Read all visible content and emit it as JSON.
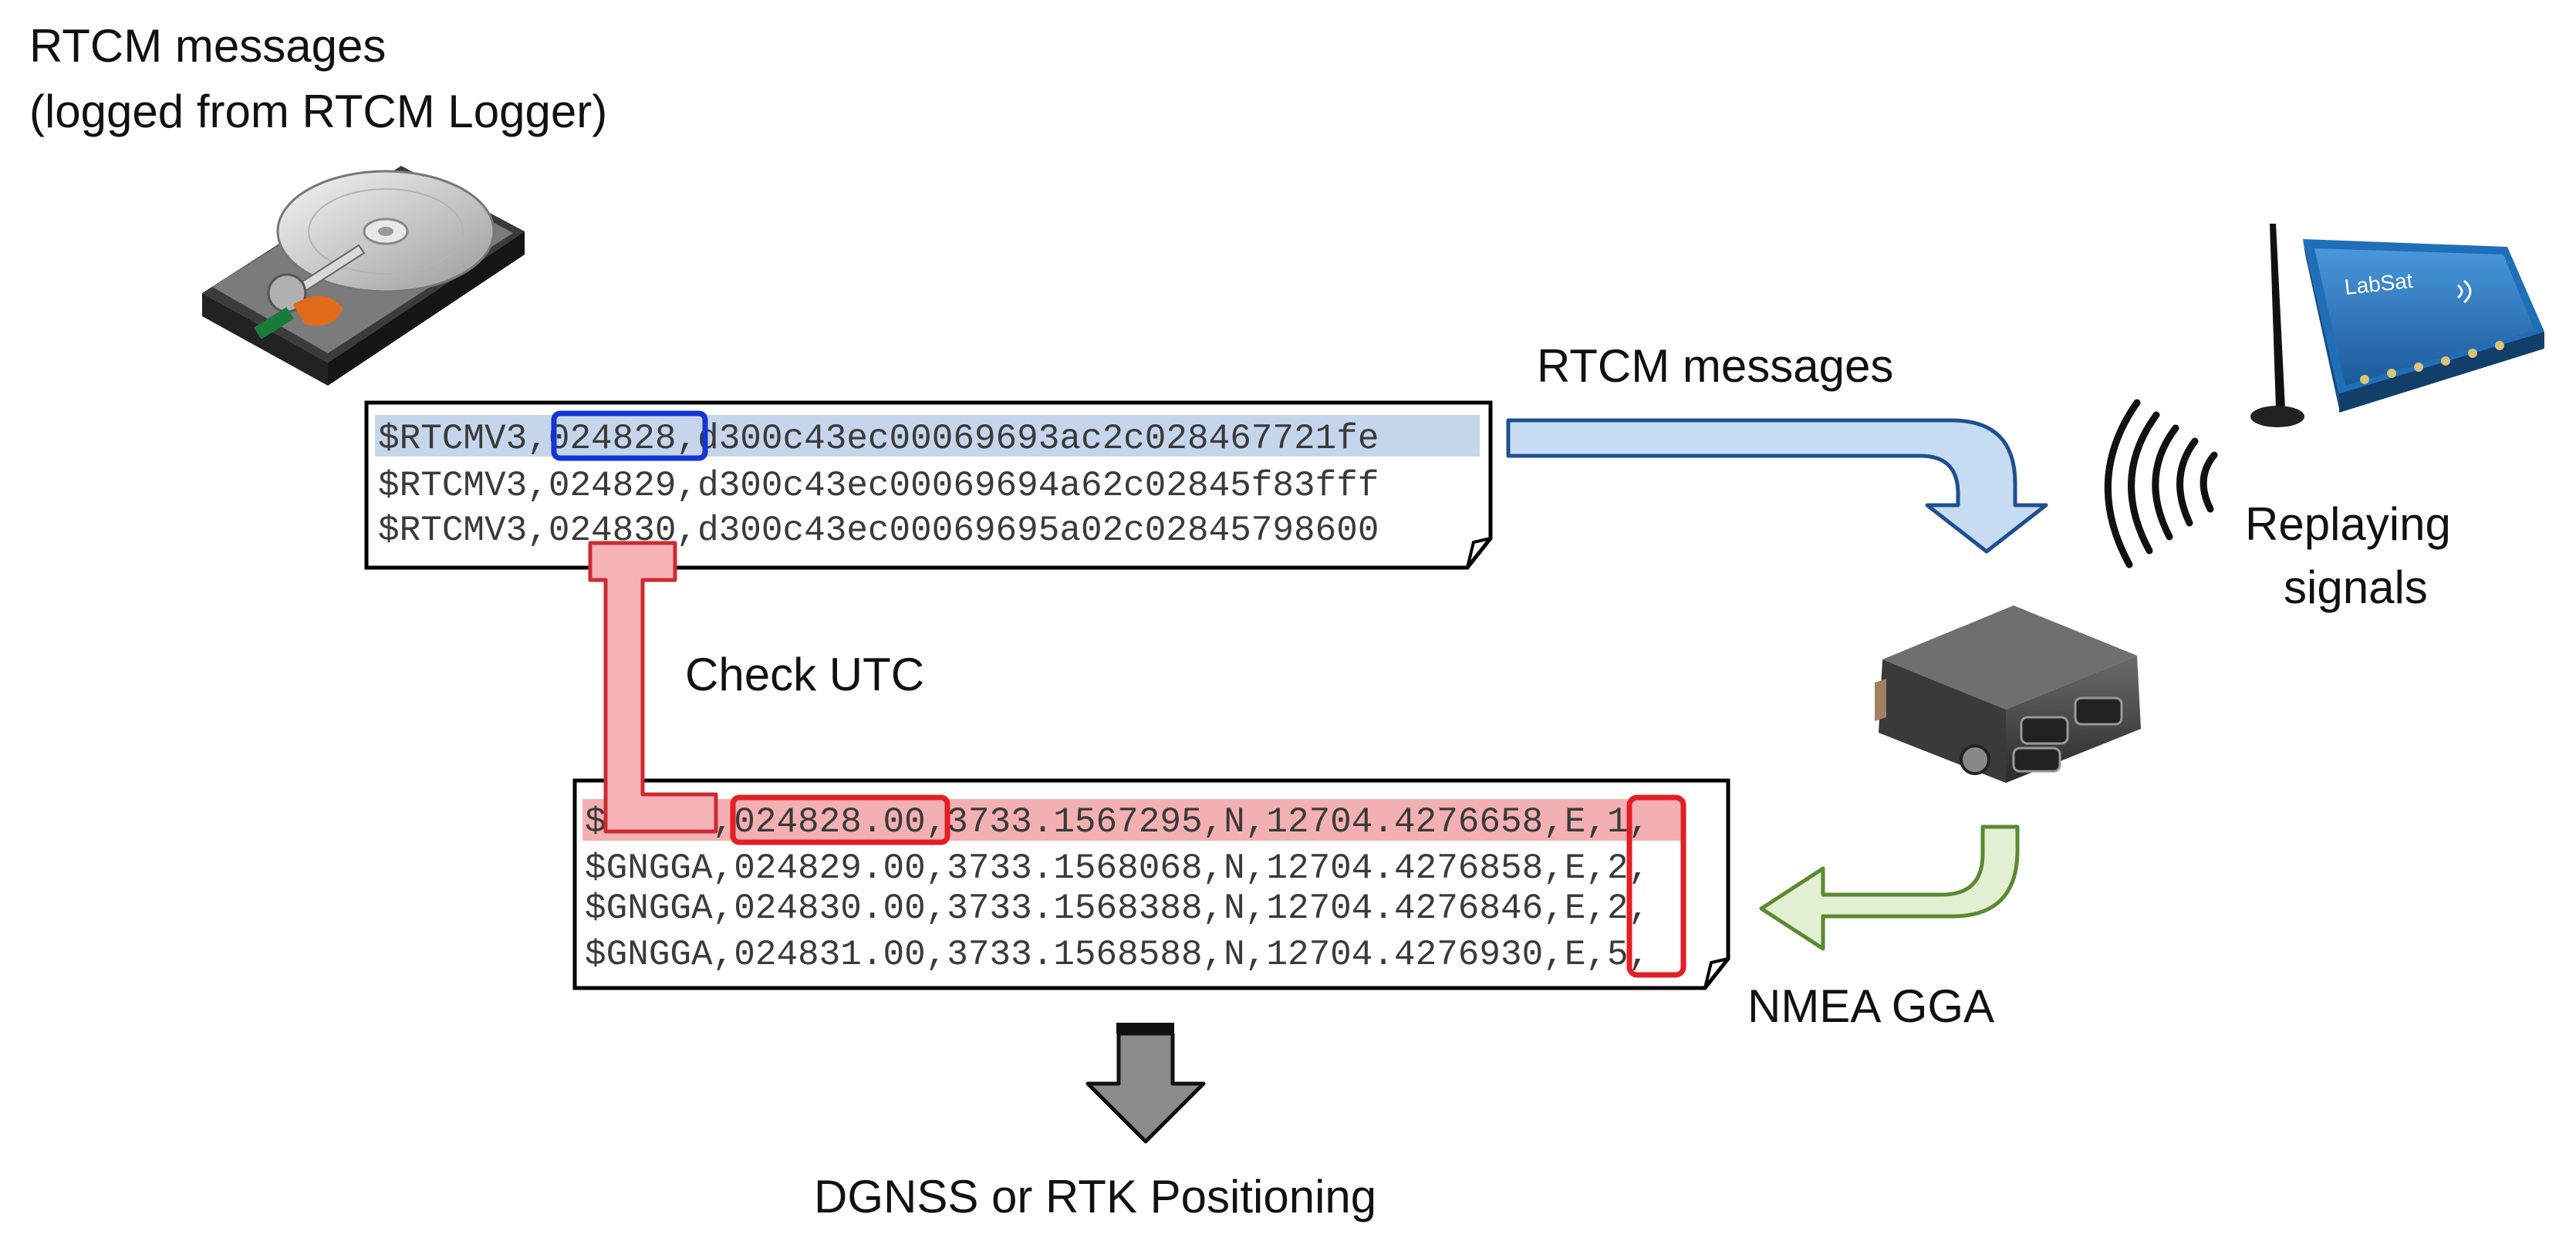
{
  "labels": {
    "rtcm_source_line1": "RTCM messages",
    "rtcm_source_line2": "(logged from RTCM Logger)",
    "rtcm_flow": "RTCM messages",
    "replaying_line1": "Replaying",
    "replaying_line2": "signals",
    "check_utc": "Check UTC",
    "nmea_gga": "NMEA GGA",
    "positioning": "DGNSS or RTK Positioning",
    "labsat_brand": "LabSat"
  },
  "rtcm_log": [
    {
      "prefix": "$RTCMV3,",
      "utc": "024828",
      "payload": ",d300c43ec00069693ac2c028467721fe"
    },
    {
      "prefix": "$RTCMV3,",
      "utc": "024829",
      "payload": ",d300c43ec00069694a62c02845f83fff"
    },
    {
      "prefix": "$RTCMV3,",
      "utc": "024830",
      "payload": ",d300c43ec00069695a02c02845798600"
    }
  ],
  "nmea_log": [
    {
      "prefix": "$GNGGA,",
      "utc": "024828.00",
      "coords": ",3733.1567295,N,12704.4276658,E,",
      "quality": "1",
      "tail": ","
    },
    {
      "prefix": "$GNGGA,",
      "utc": "024829.00",
      "coords": ",3733.1568068,N,12704.4276858,E,",
      "quality": "2",
      "tail": ","
    },
    {
      "prefix": "$GNGGA,",
      "utc": "024830.00",
      "coords": ",3733.1568388,N,12704.4276846,E,",
      "quality": "2",
      "tail": ","
    },
    {
      "prefix": "$GNGGA,",
      "utc": "024831.00",
      "coords": ",3733.1568588,N,12704.4276930,E,",
      "quality": "5",
      "tail": ","
    }
  ],
  "colors": {
    "rtcm_highlight": "#c5d6ec",
    "rtcm_box": "#1434d6",
    "nmea_highlight": "#f3b0b2",
    "nmea_box": "#e41e26",
    "utc_arrow_fill": "#f5b3b6",
    "utc_arrow_stroke": "#cc2b32",
    "rtcm_arrow_fill": "#c6dcf2",
    "rtcm_arrow_stroke": "#1f4f8f",
    "nmea_arrow_fill": "#e2efd3",
    "nmea_arrow_stroke": "#5a8a32",
    "down_arrow_fill": "#8c8c8c",
    "device_blue": "#1f6fb8"
  },
  "icons": [
    "hard-drive-icon",
    "labsat-device-icon",
    "antenna-icon",
    "signal-waves-icon",
    "gnss-receiver-icon"
  ]
}
